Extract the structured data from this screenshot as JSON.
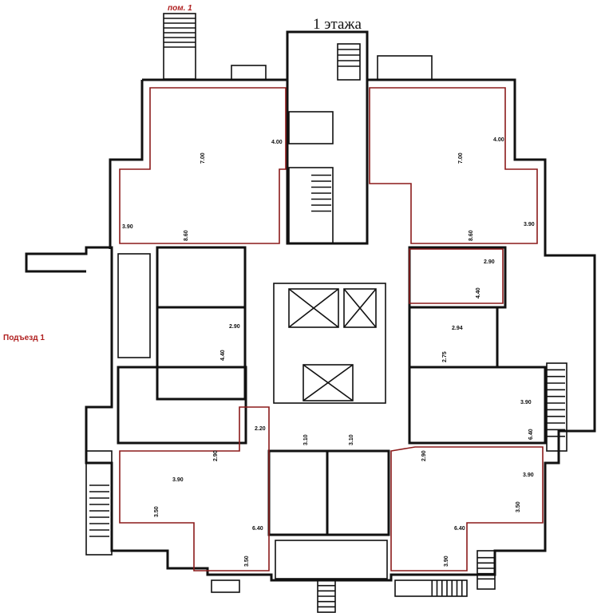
{
  "plan": {
    "title": "1 этажа",
    "room_label": "пом. 1",
    "entrance_label": "Подъезд 1",
    "wall_color": "#111111",
    "apartment_outline_color": "#8b1a1a",
    "dimensions": {
      "tl_700": "7.00",
      "tl_400": "4.00",
      "tl_390": "3.90",
      "tl_860": "8.60",
      "tr_700": "7.00",
      "tr_400": "4.00",
      "tr_390": "3.90",
      "tr_860": "8.60",
      "r_290": "2.90",
      "r_440": "4.40",
      "r_294": "2.94",
      "r_275": "2.75",
      "r_390": "3.90",
      "r_640": "6.40",
      "l_290": "2.90",
      "l_440": "4.40",
      "c_220": "2.20",
      "c_310a": "3.10",
      "c_310b": "3.10",
      "bl_290": "2.90",
      "bl_390": "3.90",
      "bl_350": "3.50",
      "bl_640": "6.40",
      "bl_350b": "3.50",
      "br_290": "2.90",
      "br_390": "3.90",
      "br_350": "3.50",
      "br_640": "6.40",
      "br_390b": "3.90"
    }
  }
}
